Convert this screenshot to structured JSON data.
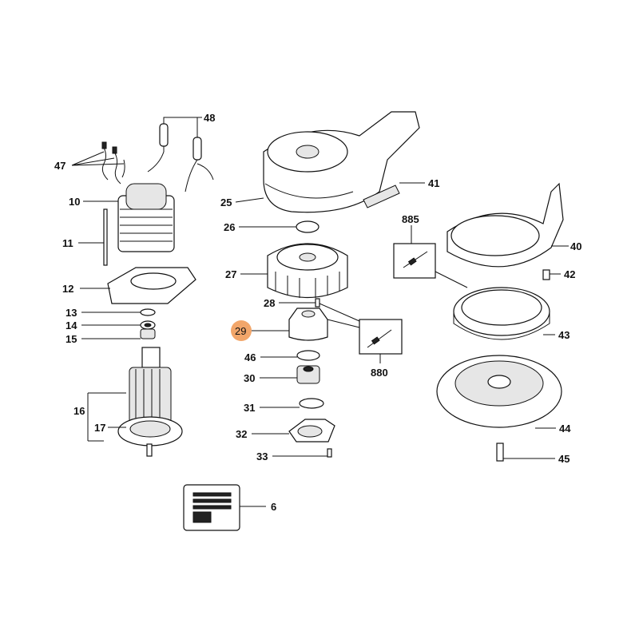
{
  "diagram": {
    "title": "Exploded parts diagram - random orbital sander",
    "highlight_color": "#F2A66A",
    "highlighted_part": "29",
    "labels": {
      "p48": "48",
      "p47": "47",
      "p10": "10",
      "p11": "11",
      "p12": "12",
      "p13": "13",
      "p14": "14",
      "p15": "15",
      "p16": "16",
      "p17": "17",
      "p25": "25",
      "p26": "26",
      "p27": "27",
      "p28": "28",
      "p29": "29",
      "p46": "46",
      "p30": "30",
      "p31": "31",
      "p32": "32",
      "p33": "33",
      "p41": "41",
      "p885": "885",
      "p40": "40",
      "p42": "42",
      "p43": "43",
      "p880": "880",
      "p44": "44",
      "p45": "45",
      "p6": "6"
    }
  }
}
